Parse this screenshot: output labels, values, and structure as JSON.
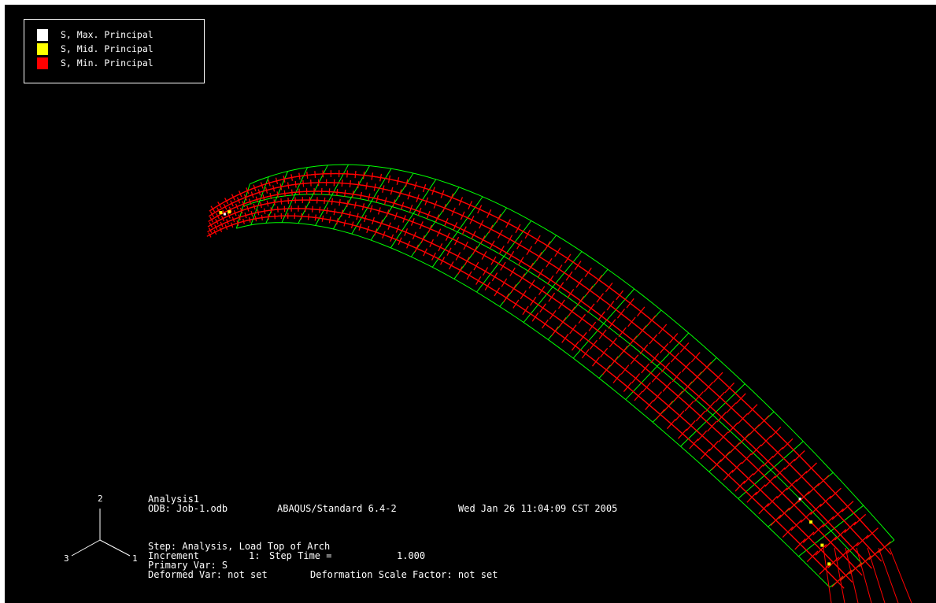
{
  "legend": {
    "items": [
      {
        "label": "S, Max. Principal",
        "color": "#ffffff"
      },
      {
        "label": "S, Mid. Principal",
        "color": "#ffff00"
      },
      {
        "label": "S, Min. Principal",
        "color": "#ff0000"
      }
    ]
  },
  "triad": {
    "axis2": "2",
    "axis3": "3",
    "axis1": "1"
  },
  "info": {
    "title": "Analysis1",
    "odb": "ODB: Job-1.odb",
    "solver": "ABAQUS/Standard 6.4-2",
    "timestamp": "Wed Jan 26 11:04:09 CST 2005",
    "step": "Step: Analysis, Load Top of Arch",
    "increment_label": "Increment",
    "increment_value": "1:",
    "step_time_label": "Step Time =",
    "step_time_value": "1.000",
    "primary_var": "Primary Var: S",
    "deformed_var": "Deformed Var: not set",
    "scale_factor": "Deformation Scale Factor: not set"
  },
  "colors": {
    "background": "#000000",
    "mesh": "#00ff00",
    "min_principal": "#ff0000",
    "mid_principal": "#ffff00",
    "max_principal": "#ffffff"
  }
}
